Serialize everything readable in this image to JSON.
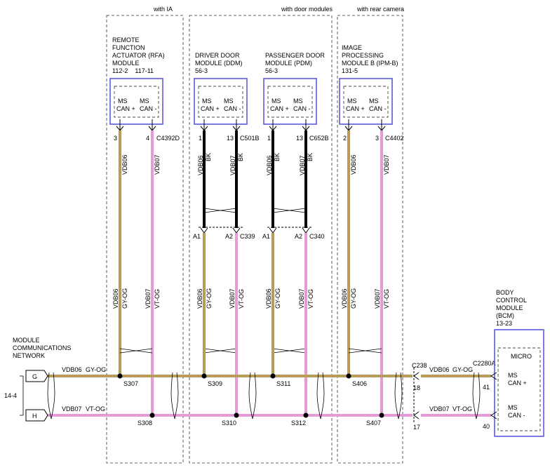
{
  "regions": {
    "ia": "with IA",
    "door": "with door modules",
    "camera": "with rear camera"
  },
  "modules": {
    "rfa": {
      "lines": [
        "REMOTE",
        "FUNCTION",
        "ACTUATOR (RFA)",
        "MODULE",
        "112-2    117-11"
      ],
      "pin_plus": "3",
      "pin_minus": "4",
      "connector": "C4392D"
    },
    "ddm": {
      "lines": [
        "DRIVER DOOR",
        "MODULE (DDM)",
        "56-3"
      ],
      "pin_plus": "1",
      "pin_minus": "13",
      "connector": "C501B",
      "lower_plus": "A1",
      "lower_minus": "A2",
      "lower_connector": "C339"
    },
    "pdm": {
      "lines": [
        "PASSENGER DOOR",
        "MODULE (PDM)",
        "56-3"
      ],
      "pin_plus": "1",
      "pin_minus": "13",
      "connector": "C652B",
      "lower_plus": "A1",
      "lower_minus": "A2",
      "lower_connector": "C340"
    },
    "ipm": {
      "lines": [
        "IMAGE",
        "PROCESSING",
        "MODULE B (IPM-B)",
        "131-5"
      ],
      "pin_plus": "2",
      "pin_minus": "3",
      "connector": "C4402"
    },
    "bcm": {
      "lines": [
        "BODY",
        "CONTROL",
        "MODULE",
        "(BCM)",
        "13-23"
      ],
      "micro": "MICRO",
      "plus_label": [
        "MS",
        "CAN +"
      ],
      "minus_label": [
        "MS",
        "CAN -"
      ],
      "connector": "C2280A",
      "pin_plus": "41",
      "pin_minus": "40"
    }
  },
  "can_labels": {
    "ms": "MS",
    "plus": "CAN +",
    "minus": "CAN -"
  },
  "wires": {
    "plus_circuit": "VDB06",
    "minus_circuit": "VDB07",
    "plus_color": "GY-OG",
    "minus_color": "VT-OG",
    "door_color": "BK"
  },
  "network": {
    "lines": [
      "MODULE",
      "COMMUNICATIONS",
      "NETWORK"
    ],
    "ref": "14-4",
    "g": "G",
    "h": "H"
  },
  "splices": {
    "s307": "S307",
    "s308": "S308",
    "s309": "S309",
    "s310": "S310",
    "s311": "S311",
    "s312": "S312",
    "s406": "S406",
    "s407": "S407"
  },
  "c238": {
    "name": "C238",
    "pin_plus": "18",
    "pin_minus": "17"
  },
  "colors": {
    "gy_og_wire": "#a89a70",
    "gy_og_stripe": "#e0a020",
    "vt_og_wire": "#e79ad8",
    "bk_wire": "#000000",
    "module_border": "#5a5adc"
  }
}
